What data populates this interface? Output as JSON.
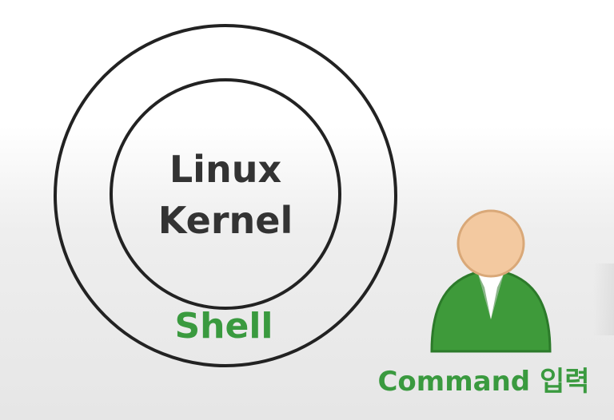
{
  "diagram": {
    "kernel_line1": "Linux",
    "kernel_line2": "Kernel",
    "shell_label": "Shell",
    "command_label": "Command 입력"
  },
  "colors": {
    "circle_stroke": "#222222",
    "kernel_text": "#333333",
    "shell_green": "#3a9a3f",
    "user_body": "#3e9a3a",
    "user_body_dark": "#2c7a2a",
    "user_head": "#f3c9a0",
    "user_head_stroke": "#d9a878"
  },
  "icons": {
    "user": "user-icon"
  }
}
